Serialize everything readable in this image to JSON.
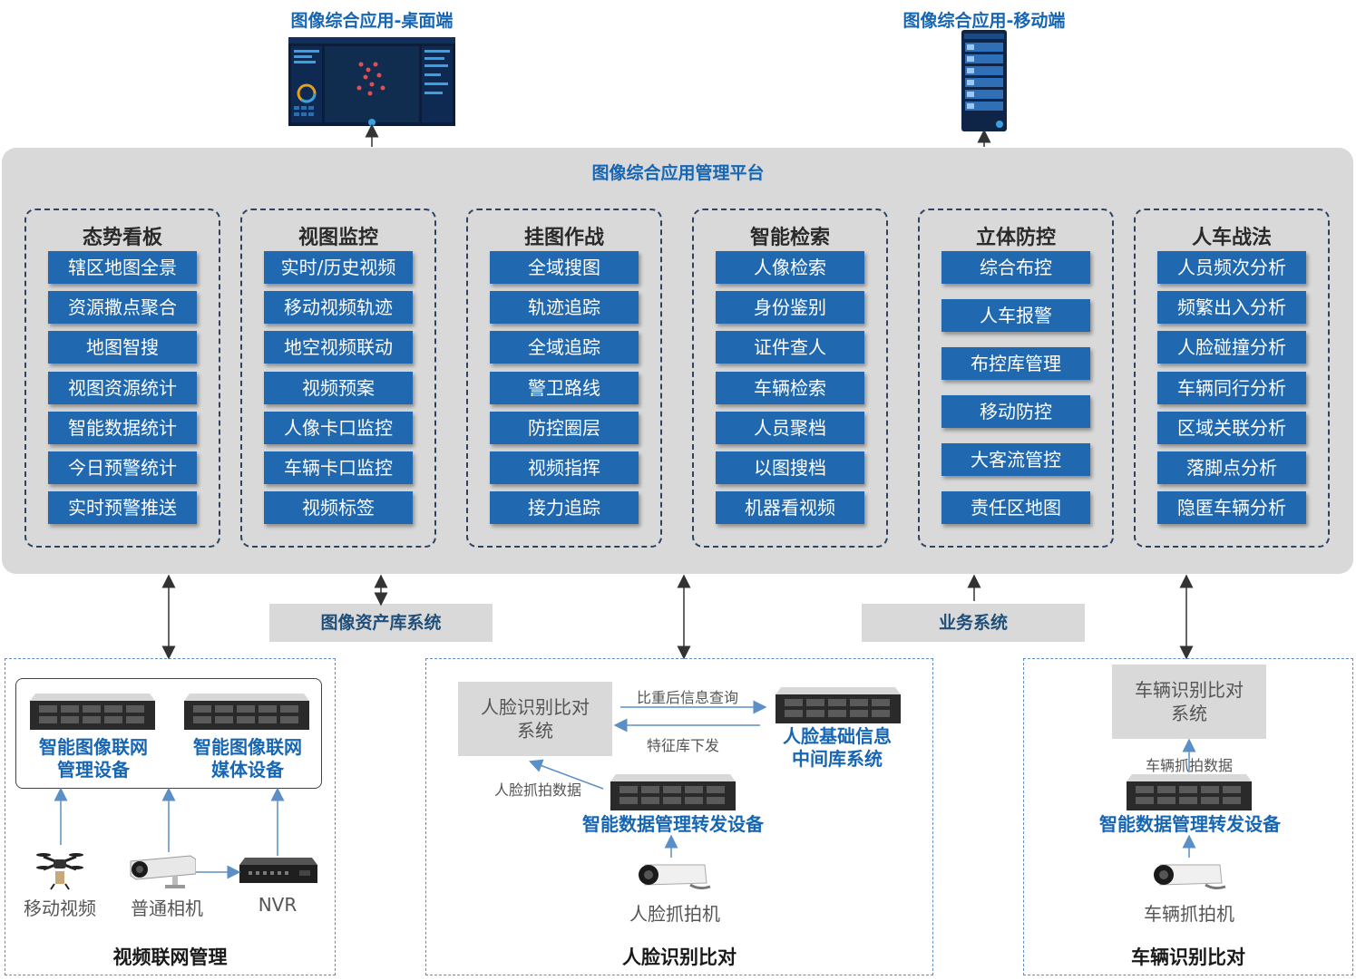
{
  "top": {
    "desktop_title": "图像综合应用-桌面端",
    "mobile_title": "图像综合应用-移动端"
  },
  "platform": {
    "title": "图像综合应用管理平台",
    "modules": [
      {
        "title": "态势看板",
        "items": [
          "辖区地图全景",
          "资源撒点聚合",
          "地图智搜",
          "视图资源统计",
          "智能数据统计",
          "今日预警统计",
          "实时预警推送"
        ]
      },
      {
        "title": "视图监控",
        "items": [
          "实时/历史视频",
          "移动视频轨迹",
          "地空视频联动",
          "视频预案",
          "人像卡口监控",
          "车辆卡口监控",
          "视频标签"
        ]
      },
      {
        "title": "挂图作战",
        "items": [
          "全域搜图",
          "轨迹追踪",
          "全域追踪",
          "警卫路线",
          "防控圈层",
          "视频指挥",
          "接力追踪"
        ]
      },
      {
        "title": "智能检索",
        "items": [
          "人像检索",
          "身份鉴别",
          "证件查人",
          "车辆检索",
          "人员聚档",
          "以图搜档",
          "机器看视频"
        ]
      },
      {
        "title": "立体防控",
        "items": [
          "综合布控",
          "人车报警",
          "布控库管理",
          "移动防控",
          "大客流管控",
          "责任区地图"
        ]
      },
      {
        "title": "人车战法",
        "items": [
          "人员频次分析",
          "频繁出入分析",
          "人脸碰撞分析",
          "车辆同行分析",
          "区域关联分析",
          "落脚点分析",
          "隐匿车辆分析"
        ]
      }
    ]
  },
  "bars": {
    "asset_library": "图像资产库系统",
    "business": "业务系统"
  },
  "video": {
    "title": "视频联网管理",
    "device1": [
      "智能图像联网",
      "管理设备"
    ],
    "device2": [
      "智能图像联网",
      "媒体设备"
    ],
    "sources": [
      "移动视频",
      "普通相机",
      "NVR"
    ]
  },
  "face": {
    "title": "人脸识别比对",
    "system": [
      "人脸识别比对",
      "系统"
    ],
    "base_info": [
      "人脸基础信息",
      "中间库系统"
    ],
    "query_label": "比重后信息查询",
    "push_label": "特征库下发",
    "capture_data_label": "人脸抓拍数据",
    "forward_device": "智能数据管理转发设备",
    "camera": "人脸抓拍机"
  },
  "vehicle": {
    "title": "车辆识别比对",
    "system": [
      "车辆识别比对",
      "系统"
    ],
    "capture_data_label": "车辆抓拍数据",
    "forward_device": "智能数据管理转发设备",
    "camera": "车辆抓拍机"
  },
  "colors": {
    "item_blue": "#2068b0",
    "title_blue": "#1766b4",
    "platform_gray": "#d9d9d9"
  }
}
